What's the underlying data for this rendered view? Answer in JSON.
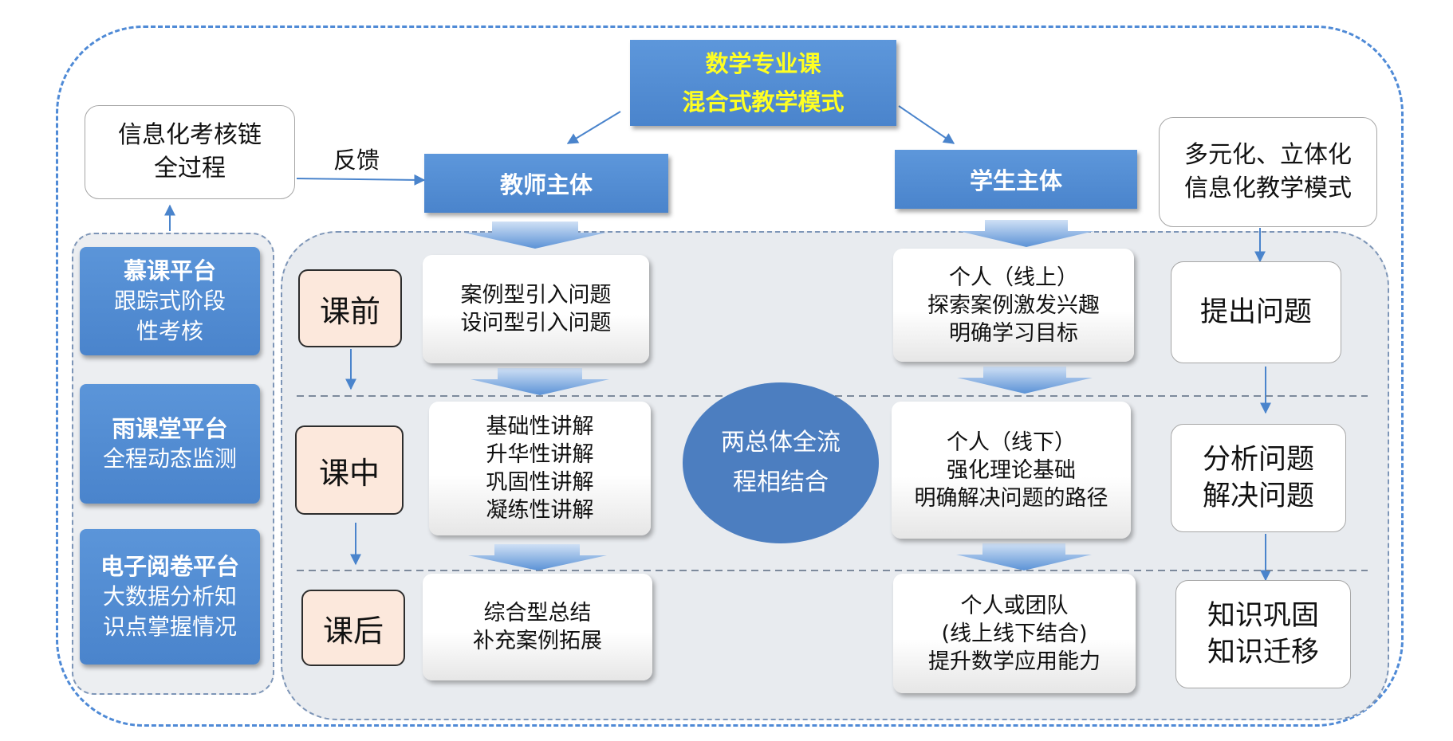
{
  "title": {
    "line1": "数学专业课",
    "line2": "混合式教学模式"
  },
  "teacher_label": "教师主体",
  "student_label": "学生主体",
  "feedback_label": "反馈",
  "info_chain": {
    "line1": "信息化考核链",
    "line2": "全过程"
  },
  "multi_mode": {
    "line1": "多元化、立体化",
    "line2": "信息化教学模式"
  },
  "platforms": [
    {
      "title": "慕课平台",
      "desc": [
        "跟踪式阶段",
        "性考核"
      ]
    },
    {
      "title": "雨课堂平台",
      "desc": [
        "全程动态监测"
      ]
    },
    {
      "title": "电子阅卷平台",
      "desc": [
        "大数据分析知",
        "识点掌握情况"
      ]
    }
  ],
  "phases": [
    "课前",
    "课中",
    "课后"
  ],
  "teacher_content": [
    [
      "案例型引入问题",
      "设问型引入问题"
    ],
    [
      "基础性讲解",
      "升华性讲解",
      "巩固性讲解",
      "凝练性讲解"
    ],
    [
      "综合型总结",
      "补充案例拓展"
    ]
  ],
  "student_content": [
    [
      "个人（线上）",
      "探索案例激发兴趣",
      "明确学习目标"
    ],
    [
      "个人（线下）",
      "强化理论基础",
      "明确解决问题的路径"
    ],
    [
      "个人或团队",
      "(线上线下结合)",
      "提升数学应用能力"
    ]
  ],
  "center_ellipse": {
    "line1": "两总体全流",
    "line2": "程相结合"
  },
  "steps": [
    [
      "提出问题"
    ],
    [
      "分析问题",
      "解决问题"
    ],
    [
      "知识巩固",
      "知识迁移"
    ]
  ],
  "colors": {
    "accent_blue": "#4a84cc",
    "title_text": "#ffff22",
    "phase_fill": "#fce8dc",
    "ellipse_fill": "#4c7ec0",
    "dashed_border": "#4f8ad6"
  }
}
